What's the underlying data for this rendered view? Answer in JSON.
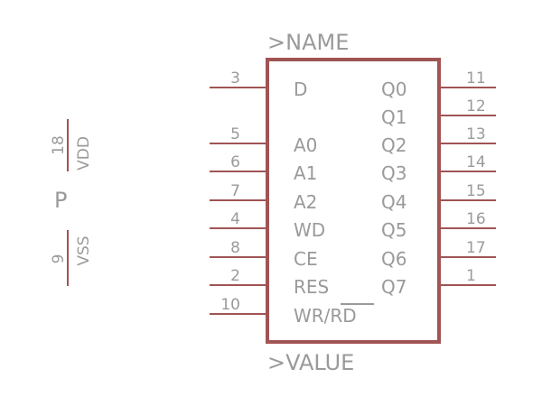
{
  "part": {
    "name_label": ">NAME",
    "value_label": ">VALUE"
  },
  "power_symbol": {
    "label": "P",
    "pins": [
      {
        "number": "18",
        "name": "VDD"
      },
      {
        "number": "9",
        "name": "VSS"
      }
    ]
  },
  "left_pins": [
    {
      "number": "3",
      "name": "D"
    },
    {
      "number": "5",
      "name": "A0"
    },
    {
      "number": "6",
      "name": "A1"
    },
    {
      "number": "7",
      "name": "A2"
    },
    {
      "number": "4",
      "name": "WD"
    },
    {
      "number": "8",
      "name": "CE"
    },
    {
      "number": "2",
      "name": "RES"
    },
    {
      "number": "10",
      "name": "WR/RD",
      "overbar": "RD"
    }
  ],
  "right_pins": [
    {
      "number": "11",
      "name": "Q0"
    },
    {
      "number": "12",
      "name": "Q1"
    },
    {
      "number": "13",
      "name": "Q2"
    },
    {
      "number": "14",
      "name": "Q3"
    },
    {
      "number": "15",
      "name": "Q4"
    },
    {
      "number": "16",
      "name": "Q5"
    },
    {
      "number": "17",
      "name": "Q6"
    },
    {
      "number": "1",
      "name": "Q7"
    }
  ],
  "colors": {
    "wire": "#a05454",
    "text": "#9a9a9a"
  }
}
